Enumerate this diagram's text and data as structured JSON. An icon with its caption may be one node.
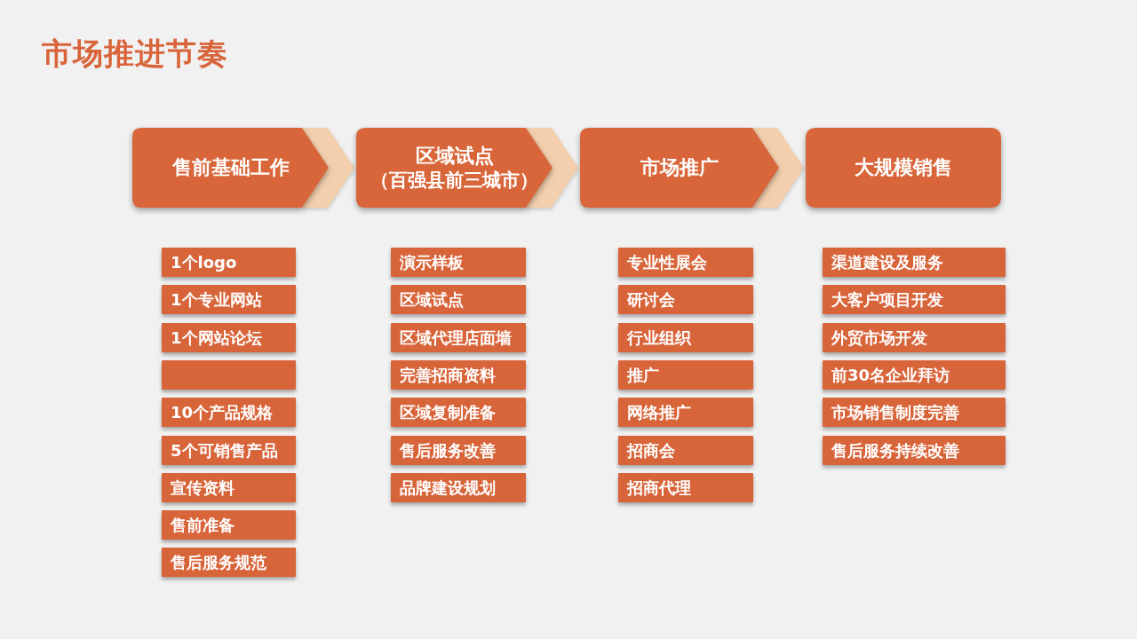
{
  "diagram": {
    "title": "市场推进节奏",
    "nodes": [
      {
        "text": [
          "售前基础工作"
        ]
      },
      {
        "text": [
          "区域试点",
          "（百强县前三城市）"
        ]
      },
      {
        "text": [
          "市场推广"
        ]
      },
      {
        "text": [
          "大规模销售"
        ]
      },
      {
        "text": [
          "1个logo"
        ]
      },
      {
        "text": [
          "1个专业网站"
        ]
      },
      {
        "text": [
          "1个网站论坛"
        ]
      },
      {
        "text": [],
        "shape": "box"
      },
      {
        "text": [
          "10个产品规格"
        ]
      },
      {
        "text": [
          "5个可销售产品"
        ]
      },
      {
        "text": [
          "宣传资料"
        ]
      },
      {
        "text": [
          "售前准备"
        ]
      },
      {
        "text": [
          "售后服务规范"
        ]
      },
      {
        "text": [
          "演示样板"
        ]
      },
      {
        "text": [
          "区域试点"
        ]
      },
      {
        "text": [
          "区域代理店面墙"
        ]
      },
      {
        "text": [
          "完善招商资料"
        ]
      },
      {
        "text": [
          "区域复制准备"
        ]
      },
      {
        "text": [
          "售后服务改善"
        ]
      },
      {
        "text": [
          "品牌建设规划"
        ]
      },
      {
        "text": [
          "专业性展会"
        ]
      },
      {
        "text": [
          "研讨会"
        ]
      },
      {
        "text": [
          "行业组织"
        ]
      },
      {
        "text": [
          "推广"
        ]
      },
      {
        "text": [
          "网络推广"
        ]
      },
      {
        "text": [
          "招商会"
        ]
      },
      {
        "text": [
          "招商代理"
        ]
      },
      {
        "text": [
          "渠道建设及服务"
        ]
      },
      {
        "text": [
          "大客户项目开发"
        ]
      },
      {
        "text": [
          "外贸市场开发"
        ]
      },
      {
        "text": [
          "前30名企业拜访"
        ]
      },
      {
        "text": [
          "市场销售制度完善"
        ]
      },
      {
        "text": [
          "售后服务持续改善"
        ]
      }
    ],
    "edges": [
      {
        "from": 0,
        "to": 1,
        "arrow": "to"
      },
      {
        "from": 1,
        "to": 2,
        "arrow": "to"
      },
      {
        "from": 2,
        "to": 3,
        "arrow": "to"
      }
    ]
  }
}
